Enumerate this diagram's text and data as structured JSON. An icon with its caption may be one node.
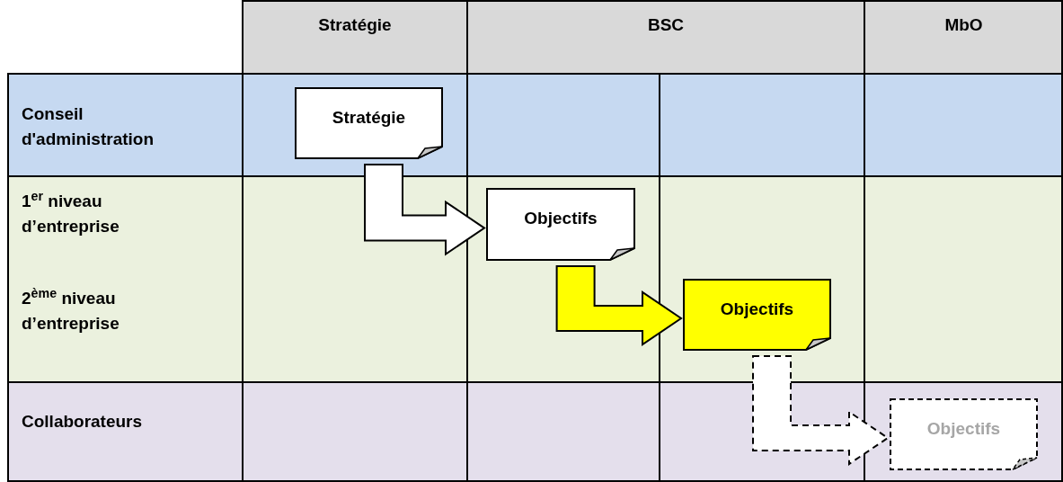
{
  "diagram": {
    "nodes": [
      {
        "text": [
          "Stratégie"
        ]
      },
      {
        "text": [
          "Objectifs"
        ]
      },
      {
        "text": [
          "Objectifs"
        ]
      },
      {
        "text": [
          "Objectifs"
        ]
      }
    ],
    "edges": [
      {
        "from": 0,
        "to": 1,
        "arrow": "to"
      },
      {
        "from": 1,
        "to": 2,
        "arrow": "to",
        "color": "#ffff00"
      },
      {
        "from": 2,
        "to": 3,
        "arrow": "to",
        "style": "dashed"
      }
    ],
    "labels": [
      "Stratégie",
      "BSC",
      "MbO",
      "Conseil d'administration",
      "1$^{er}$ niveau d’entreprise",
      "2$^{ème}$ niveau d’entreprise",
      "Collaborateurs"
    ]
  }
}
